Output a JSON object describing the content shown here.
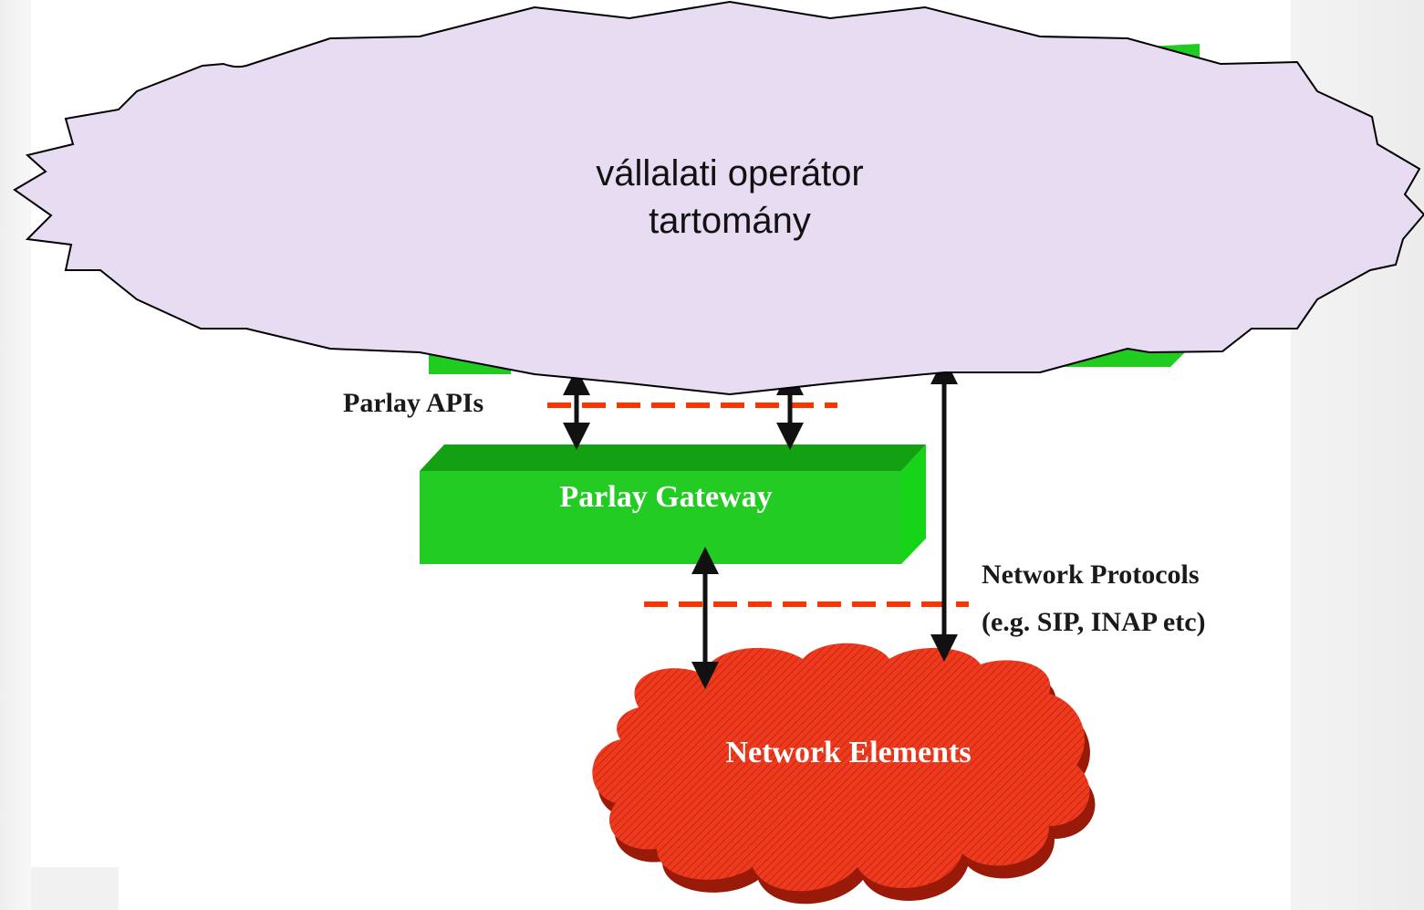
{
  "operator_domain": {
    "line1": "vállalati operátor",
    "line2": "tartomány"
  },
  "parlay_apis_label": "Parlay APIs",
  "gateway": {
    "label": "Parlay Gateway"
  },
  "network_protocols": {
    "line1": "Network Protocols",
    "line2": "(e.g. SIP, INAP etc)"
  },
  "network_elements": {
    "label": "Network Elements"
  },
  "colors": {
    "cloud_fill": "#e8dcf3",
    "gateway_green": "#22cc22",
    "dashed_line": "#ff3300",
    "network_cloud": "#ee3a1e"
  }
}
